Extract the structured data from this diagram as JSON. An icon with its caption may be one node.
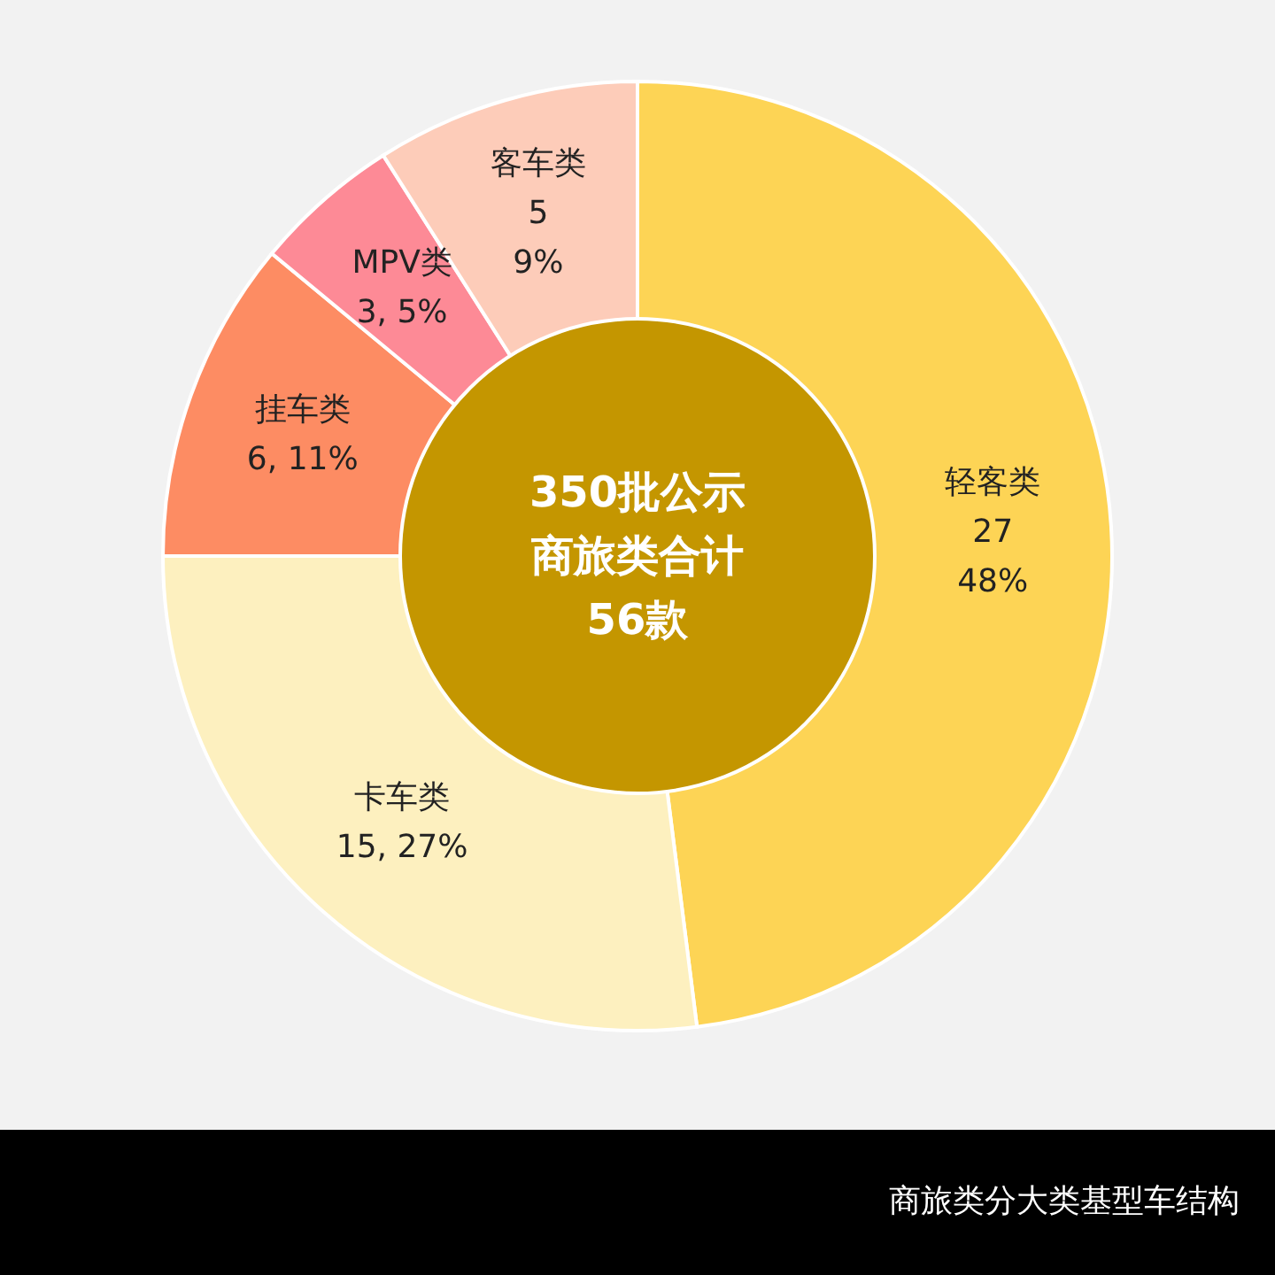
{
  "diagram": {
    "caption": "商旅类分大类基型车结构",
    "chart_data": {
      "type": "donut",
      "title": "350批公示商旅类合计56款",
      "categories": [
        "轻客类",
        "卡车类",
        "挂车类",
        "MPV类",
        "客车类"
      ],
      "series": [
        {
          "values": [
            48,
            27,
            11,
            5,
            9
          ],
          "colors": [
            "#fdd455",
            "#fdf0bf",
            "#fd8c63",
            "#fd8a96",
            "#fdccb9"
          ]
        }
      ],
      "value_labels": [
        [
          "27",
          "48%"
        ],
        [
          "15, 27%"
        ],
        [
          "6, 11%"
        ],
        [
          "3, 5%"
        ],
        [
          "5",
          "9%"
        ]
      ]
    }
  }
}
